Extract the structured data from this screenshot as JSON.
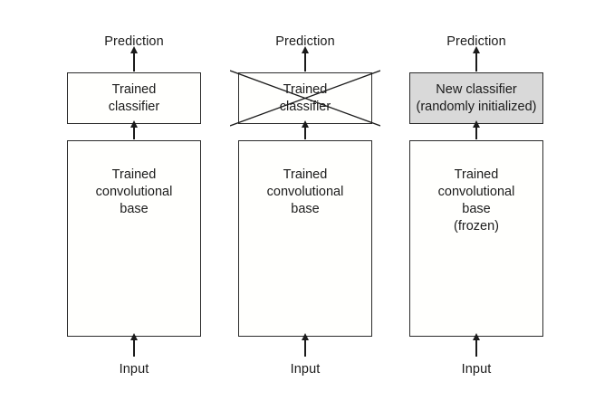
{
  "figure": {
    "type": "diagram",
    "subject": "Transfer learning: swapping the classifier on a pretrained convolutional base",
    "background_color": "#ffffff",
    "stroke_color": "#1b1b1b",
    "shaded_fill": "#d9d9d9"
  },
  "columns": [
    {
      "id": "column-1",
      "top_label": "Prediction",
      "bottom_label": "Input",
      "classifier": {
        "lines": [
          "Trained",
          "classifier"
        ],
        "shaded": false,
        "crossed_out": false
      },
      "base": {
        "lines": [
          "Trained",
          "convolutional",
          "base"
        ]
      }
    },
    {
      "id": "column-2",
      "top_label": "Prediction",
      "bottom_label": "Input",
      "classifier": {
        "lines": [
          "Trained",
          "classifier"
        ],
        "shaded": false,
        "crossed_out": true
      },
      "base": {
        "lines": [
          "Trained",
          "convolutional",
          "base"
        ]
      }
    },
    {
      "id": "column-3",
      "top_label": "Prediction",
      "bottom_label": "Input",
      "classifier": {
        "lines": [
          "New classifier",
          "(randomly initialized)"
        ],
        "shaded": true,
        "crossed_out": false
      },
      "base": {
        "lines": [
          "Trained",
          "convolutional",
          "base",
          "(frozen)"
        ]
      }
    }
  ]
}
